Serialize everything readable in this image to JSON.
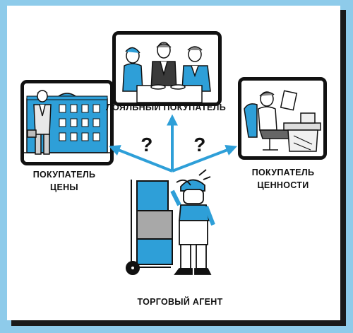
{
  "labels": {
    "loyal_buyer": "ЛОЯЛЬНЫЙ ПОКУПАТЕЛЬ",
    "price_buyer_line1": "ПОКУПАТЕЛЬ",
    "price_buyer_line2": "ЦЕНЫ",
    "value_buyer_line1": "ПОКУПАТЕЛЬ",
    "value_buyer_line2": "ЦЕННОСТИ",
    "sales_agent": "ТОРГОВЫЙ АГЕНТ"
  },
  "question_marks": [
    "?",
    "?"
  ],
  "colors": {
    "background": "#8ecbea",
    "accent_blue": "#2e9fd8",
    "outline": "#111111",
    "box_gray": "#a8a8a8"
  },
  "icons": [
    "building-icon",
    "restaurant-scene-icon",
    "office-scene-icon",
    "confused-agent-icon",
    "hand-truck-icon",
    "arrow-icon"
  ]
}
